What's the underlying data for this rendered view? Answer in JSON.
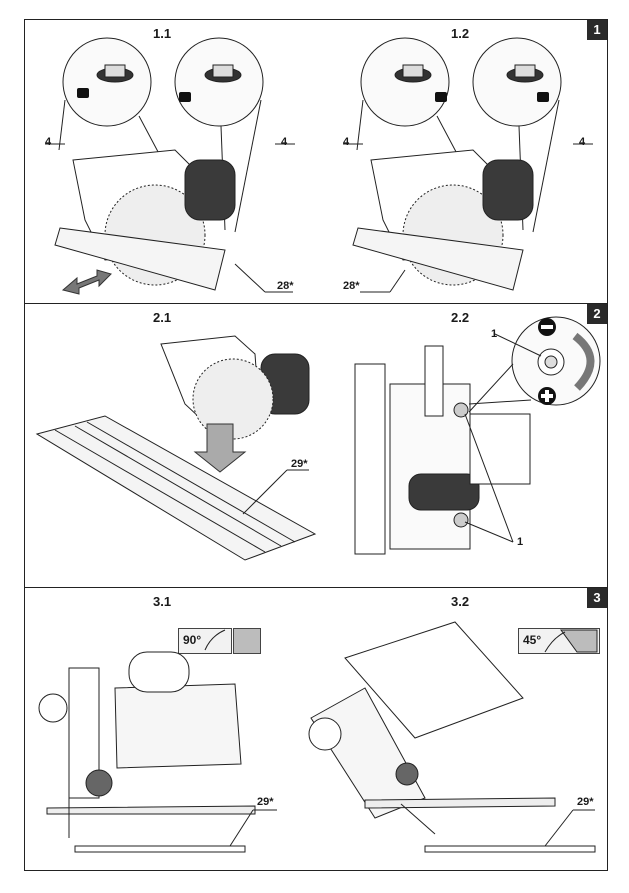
{
  "panels": [
    {
      "badge": "1",
      "left_title": "1.1",
      "right_title": "1.2",
      "callouts": {
        "l_left": "4",
        "l_right": "4",
        "r_left": "4",
        "r_right": "4",
        "l_rail": "28*",
        "r_rail": "28*"
      }
    },
    {
      "badge": "2",
      "left_title": "2.1",
      "right_title": "2.2",
      "callouts": {
        "rail": "29*",
        "screw_top": "1",
        "screw_bottom": "1"
      }
    },
    {
      "badge": "3",
      "left_title": "3.1",
      "right_title": "3.2",
      "callouts": {
        "l_rail": "29*",
        "r_rail": "29*"
      },
      "angles": {
        "left": "90°",
        "right": "45°"
      }
    }
  ],
  "icons": [
    "unlocked-padlock-icon",
    "locked-padlock-icon",
    "minus-icon",
    "plus-icon",
    "rotate-arrows-icon",
    "double-arrow-icon",
    "down-arrow-icon"
  ],
  "colors": {
    "border": "#222222",
    "badge_bg": "#2a2a2a",
    "fill_dark": "#3a3a3a",
    "fill_grey": "#bcbcbc"
  }
}
